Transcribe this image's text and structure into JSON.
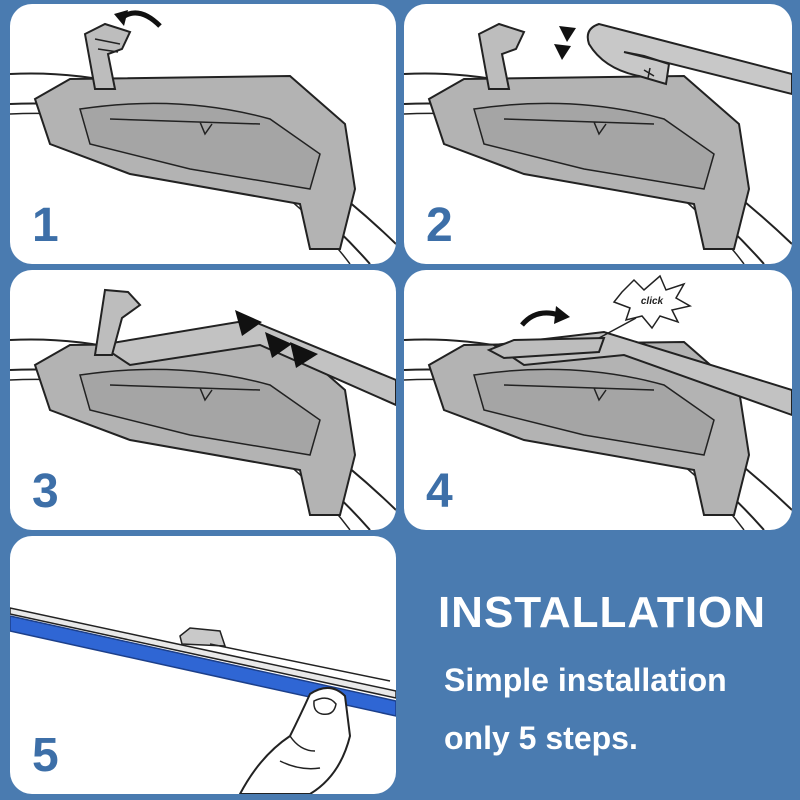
{
  "steps": [
    {
      "number": "1"
    },
    {
      "number": "2"
    },
    {
      "number": "3"
    },
    {
      "number": "4"
    },
    {
      "number": "5"
    }
  ],
  "click_label": "click",
  "headline": "INSTALLATION",
  "subtitle_line1": "Simple installation",
  "subtitle_line2": "only 5 steps.",
  "colors": {
    "background": "#4a7bb0",
    "panel": "#ffffff",
    "step_number": "#3d6fa8",
    "part_fill": "#b3b3b3",
    "blade_highlight": "#2f66d4"
  }
}
